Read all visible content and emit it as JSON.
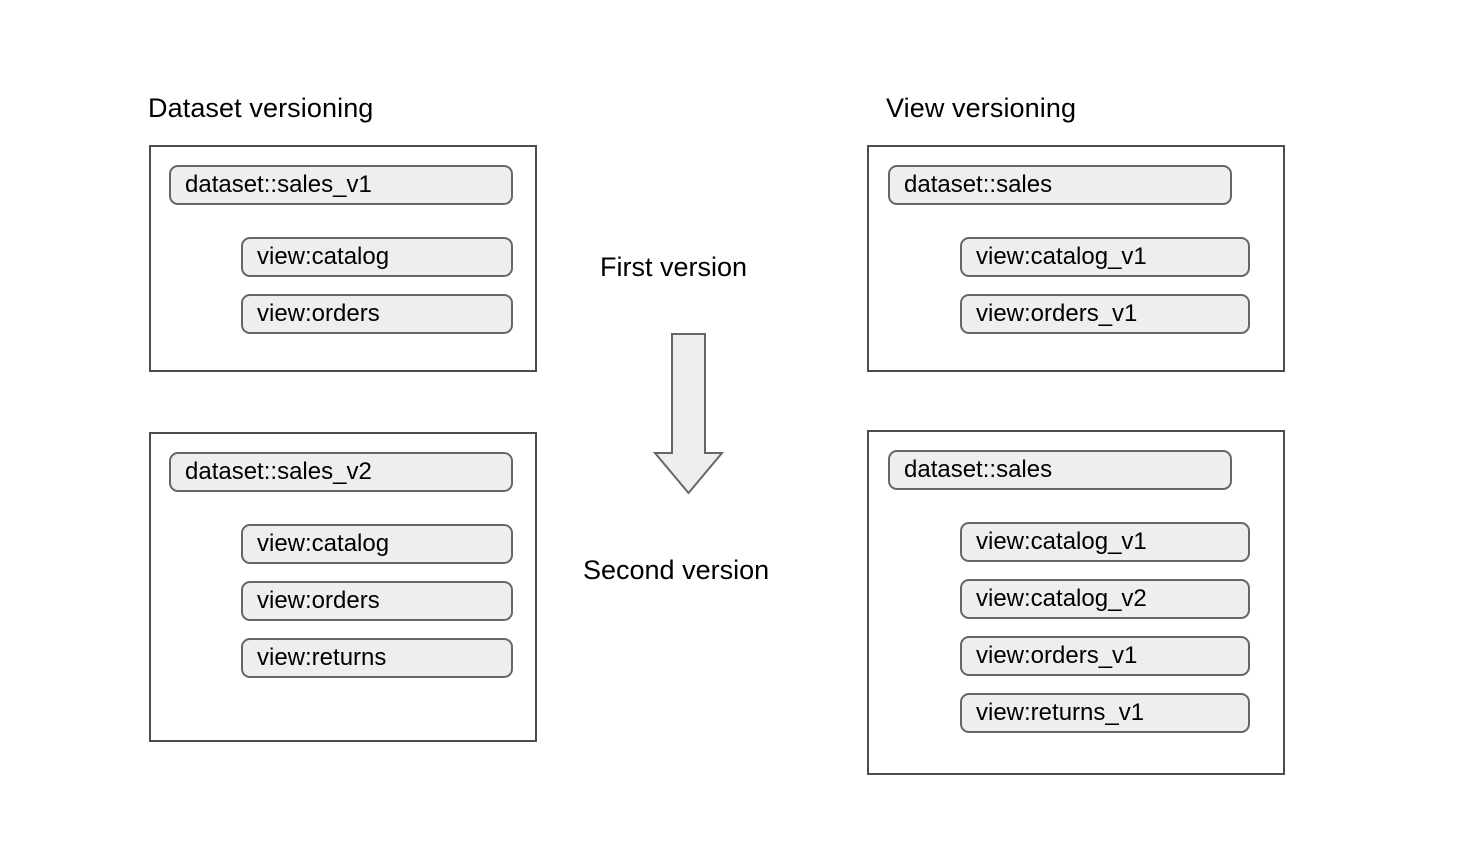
{
  "diagram": {
    "title_left": "Dataset versioning",
    "title_right": "View versioning",
    "center": {
      "first_label": "First version",
      "second_label": "Second version",
      "arrow_icon": "down-arrow-icon",
      "arrow_direction": "down"
    },
    "colors": {
      "pill_fill": "#eeeeee",
      "pill_border": "#666666",
      "box_border": "#4d4d4d",
      "arrow_fill": "#eeeeee",
      "arrow_border": "#666666",
      "background": "#ffffff",
      "text": "#000000"
    },
    "groups": [
      {
        "id": "dataset-versioning-v1",
        "column": "left",
        "version": "first",
        "dataset": "dataset::sales_v1",
        "views": [
          "view:catalog",
          "view:orders"
        ]
      },
      {
        "id": "dataset-versioning-v2",
        "column": "left",
        "version": "second",
        "dataset": "dataset::sales_v2",
        "views": [
          "view:catalog",
          "view:orders",
          "view:returns"
        ]
      },
      {
        "id": "view-versioning-first",
        "column": "right",
        "version": "first",
        "dataset": "dataset::sales",
        "views": [
          "view:catalog_v1",
          "view:orders_v1"
        ]
      },
      {
        "id": "view-versioning-second",
        "column": "right",
        "version": "second",
        "dataset": "dataset::sales",
        "views": [
          "view:catalog_v1",
          "view:catalog_v2",
          "view:orders_v1",
          "view:returns_v1"
        ]
      }
    ]
  }
}
